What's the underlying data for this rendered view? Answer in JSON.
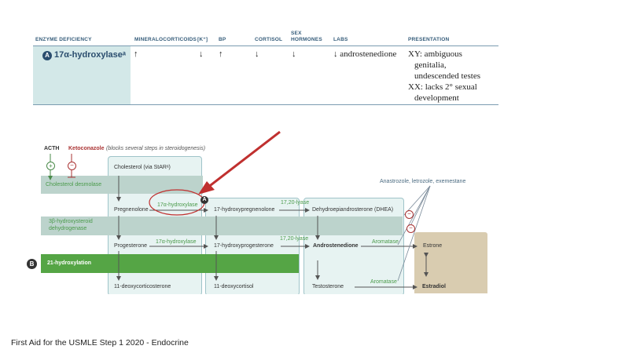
{
  "table": {
    "headers": {
      "enzyme": "ENZYME DEFICIENCY",
      "mineralo": "MINERALOCORTICOIDS",
      "k": "[K⁺]",
      "bp": "BP",
      "cortisol": "CORTISOL",
      "sex1": "SEX",
      "sex2": "HORMONES",
      "labs": "LABS",
      "presentation": "PRESENTATION"
    },
    "row": {
      "badge": "A",
      "enzyme": "17α-hydroxylaseᵃ",
      "mineralo": "↑",
      "k": "↓",
      "bp": "↑",
      "cortisol": "↓",
      "sex": "↓",
      "labs": "↓ androstenedione",
      "pres_xy1": "XY: ambiguous",
      "pres_xy2": "genitalia,",
      "pres_xy3": "undescended testes",
      "pres_xx1": "XX: lacks 2° sexual",
      "pres_xx2": "development"
    }
  },
  "diagram": {
    "acth": "ACTH",
    "ketoconazole": "Ketoconazole",
    "keto_note": "(blocks several steps in steroidogenesis)",
    "cholesterol": "Cholesterol (via StARᵃ)",
    "desmolase": "Cholesterol desmolase",
    "pregnenolone": "Pregnenolone",
    "hydroxylase_17a": "17α-hydroxylase",
    "badge_a": "A",
    "oh_pregnenolone": "17-hydroxypregnenolone",
    "lyase1": "17,20-lyase",
    "dhea": "Dehydroepiandrosterone (DHEA)",
    "hsd_1": "3β-hydroxysteroid",
    "hsd_2": "dehydrogenase",
    "anastrozole": "Anastrozole, letrozole, exemestane",
    "progesterone": "Progesterone",
    "hydroxylase_17a_2": "17α-hydroxylase",
    "oh_progesterone": "17-hydroxyprogesterone",
    "lyase2": "17,20-lyase",
    "androstenedione": "Androstenedione",
    "aromatase1": "Aromatase",
    "estrone": "Estrone",
    "badge_b": "B",
    "hydroxylation_21": "21-hydroxylation",
    "deoxycorticosterone": "11-deoxycorticosterone",
    "deoxycortisol": "11-deoxycortisol",
    "testosterone": "Testosterone",
    "aromatase2": "Aromatase",
    "estradiol": "Estradiol",
    "plus": "+",
    "minus": "−"
  },
  "footer": "First Aid for the USMLE Step 1 2020 - Endocrine",
  "colors": {
    "header_text": "#355c7a",
    "enzyme_cell": "#d3e8e8",
    "band": "#bcd3cc",
    "green_bar": "#55a545",
    "arrow_red": "#c0302f"
  }
}
